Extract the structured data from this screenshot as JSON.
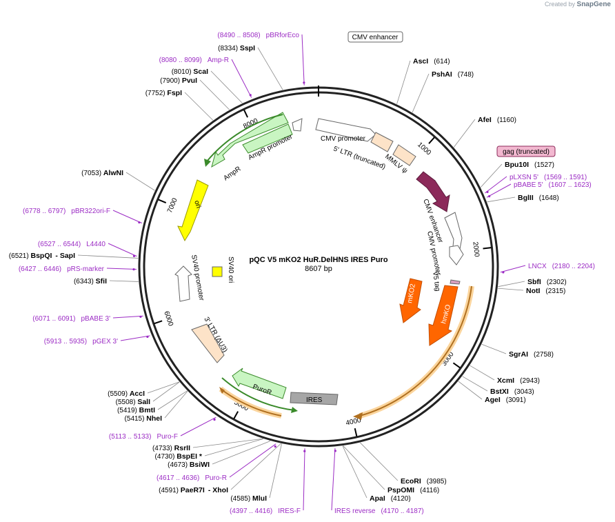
{
  "watermark": {
    "prefix": "Created by",
    "brand": "SnapGene"
  },
  "plasmid": {
    "name": "pQC V5 mKO2 HuR.DelHNS IRES Puro",
    "size_label": "8607 bp",
    "length": 8607
  },
  "ticks": [
    "1000",
    "2000",
    "3000",
    "4000",
    "5000",
    "6000",
    "7000",
    "8000"
  ],
  "sites": [
    {
      "name": "AscI",
      "pos": "(614)"
    },
    {
      "name": "PshAI",
      "pos": "(748)"
    },
    {
      "name": "AfeI",
      "pos": "(1160)"
    },
    {
      "name": "Bpu10I",
      "pos": "(1527)"
    },
    {
      "name": "BglII",
      "pos": "(1648)"
    },
    {
      "name": "SbfI",
      "pos": "(2302)"
    },
    {
      "name": "NotI",
      "pos": "(2315)"
    },
    {
      "name": "SgrAI",
      "pos": "(2758)"
    },
    {
      "name": "XcmI",
      "pos": "(2943)"
    },
    {
      "name": "BstXI",
      "pos": "(3043)"
    },
    {
      "name": "AgeI",
      "pos": "(3091)"
    },
    {
      "name": "EcoRI",
      "pos": "(3985)"
    },
    {
      "name": "PspOMI",
      "pos": "(4116)"
    },
    {
      "name": "ApaI",
      "pos": "(4120)"
    },
    {
      "name": "MluI",
      "pos": "(4585)"
    },
    {
      "name": "PaeR7I",
      "pos": "(4591)",
      "suffix": "- XhoI"
    },
    {
      "name": "BsiWI",
      "pos": "(4673)"
    },
    {
      "name": "BspEI *",
      "pos": "(4730)"
    },
    {
      "name": "RsrII",
      "pos": "(4733)"
    },
    {
      "name": "NheI",
      "pos": "(5415)"
    },
    {
      "name": "BmtI",
      "pos": "(5419)"
    },
    {
      "name": "SalI",
      "pos": "(5508)"
    },
    {
      "name": "AccI",
      "pos": "(5509)"
    },
    {
      "name": "SfiI",
      "pos": "(6343)"
    },
    {
      "name": "BspQI",
      "pos": "(6521)",
      "suffix": "- SapI"
    },
    {
      "name": "AlwNI",
      "pos": "(7053)"
    },
    {
      "name": "FspI",
      "pos": "(7752)"
    },
    {
      "name": "PvuI",
      "pos": "(7900)"
    },
    {
      "name": "ScaI",
      "pos": "(8010)"
    },
    {
      "name": "SspI",
      "pos": "(8334)"
    }
  ],
  "primers": [
    {
      "name": "pBRforEco",
      "range": "(8490 .. 8508)"
    },
    {
      "name": "Amp-R",
      "range": "(8080 .. 8099)"
    },
    {
      "name": "pBR322ori-F",
      "range": "(6778 .. 6797)"
    },
    {
      "name": "L4440",
      "range": "(6527 .. 6544)"
    },
    {
      "name": "pRS-marker",
      "range": "(6427 .. 6446)"
    },
    {
      "name": "pBABE 3'",
      "range": "(6071 .. 6091)"
    },
    {
      "name": "pGEX 3'",
      "range": "(5913 .. 5935)"
    },
    {
      "name": "Puro-F",
      "range": "(5113 .. 5133)"
    },
    {
      "name": "Puro-R",
      "range": "(4617 .. 4636)"
    },
    {
      "name": "IRES-F",
      "range": "(4397 .. 4416)"
    },
    {
      "name": "IRES reverse",
      "range": "(4170 .. 4187)"
    },
    {
      "name": "LNCX",
      "range": "(2180 .. 2204)"
    },
    {
      "name": "pLXSN 5'",
      "range": "(1569 .. 1591)"
    },
    {
      "name": "pBABE 5'",
      "range": "(1607 .. 1623)"
    }
  ],
  "boxed_features": [
    {
      "name": "CMV enhancer",
      "color": "#ffffff"
    },
    {
      "name": "gag (truncated)",
      "color": "#f2b8d0"
    }
  ],
  "features": {
    "cmv_promoter": "CMV promoter",
    "ltr5": "5' LTR (truncated)",
    "mmlv_psi": "MMLV ψ",
    "cmv_enhancer2": "CMV enhancer",
    "cmv_promoter2": "CMV promoter",
    "v5_tag": "V5 tag",
    "mko2": "mKO2",
    "hmko": "hmKO",
    "ires": "IRES",
    "puror": "PuroR",
    "ltr3": "3' LTR (ΔU3)",
    "sv40_promoter": "SV40 promoter",
    "sv40_ori": "SV40 ori",
    "ori": "ori",
    "ampr": "AmpR",
    "ampr_promoter": "AmpR promoter"
  },
  "colors": {
    "primer": "#9b2bc4",
    "ampr_fill": "#c9f5c2",
    "ampr_stroke": "#3a8a2a",
    "ori": "#ffff00",
    "ltr": "#fde3c8",
    "mmlv": "#8c2a5a",
    "orange": "#ff6600",
    "ires": "#a6a6a6",
    "v5": "#d9a0c0"
  }
}
